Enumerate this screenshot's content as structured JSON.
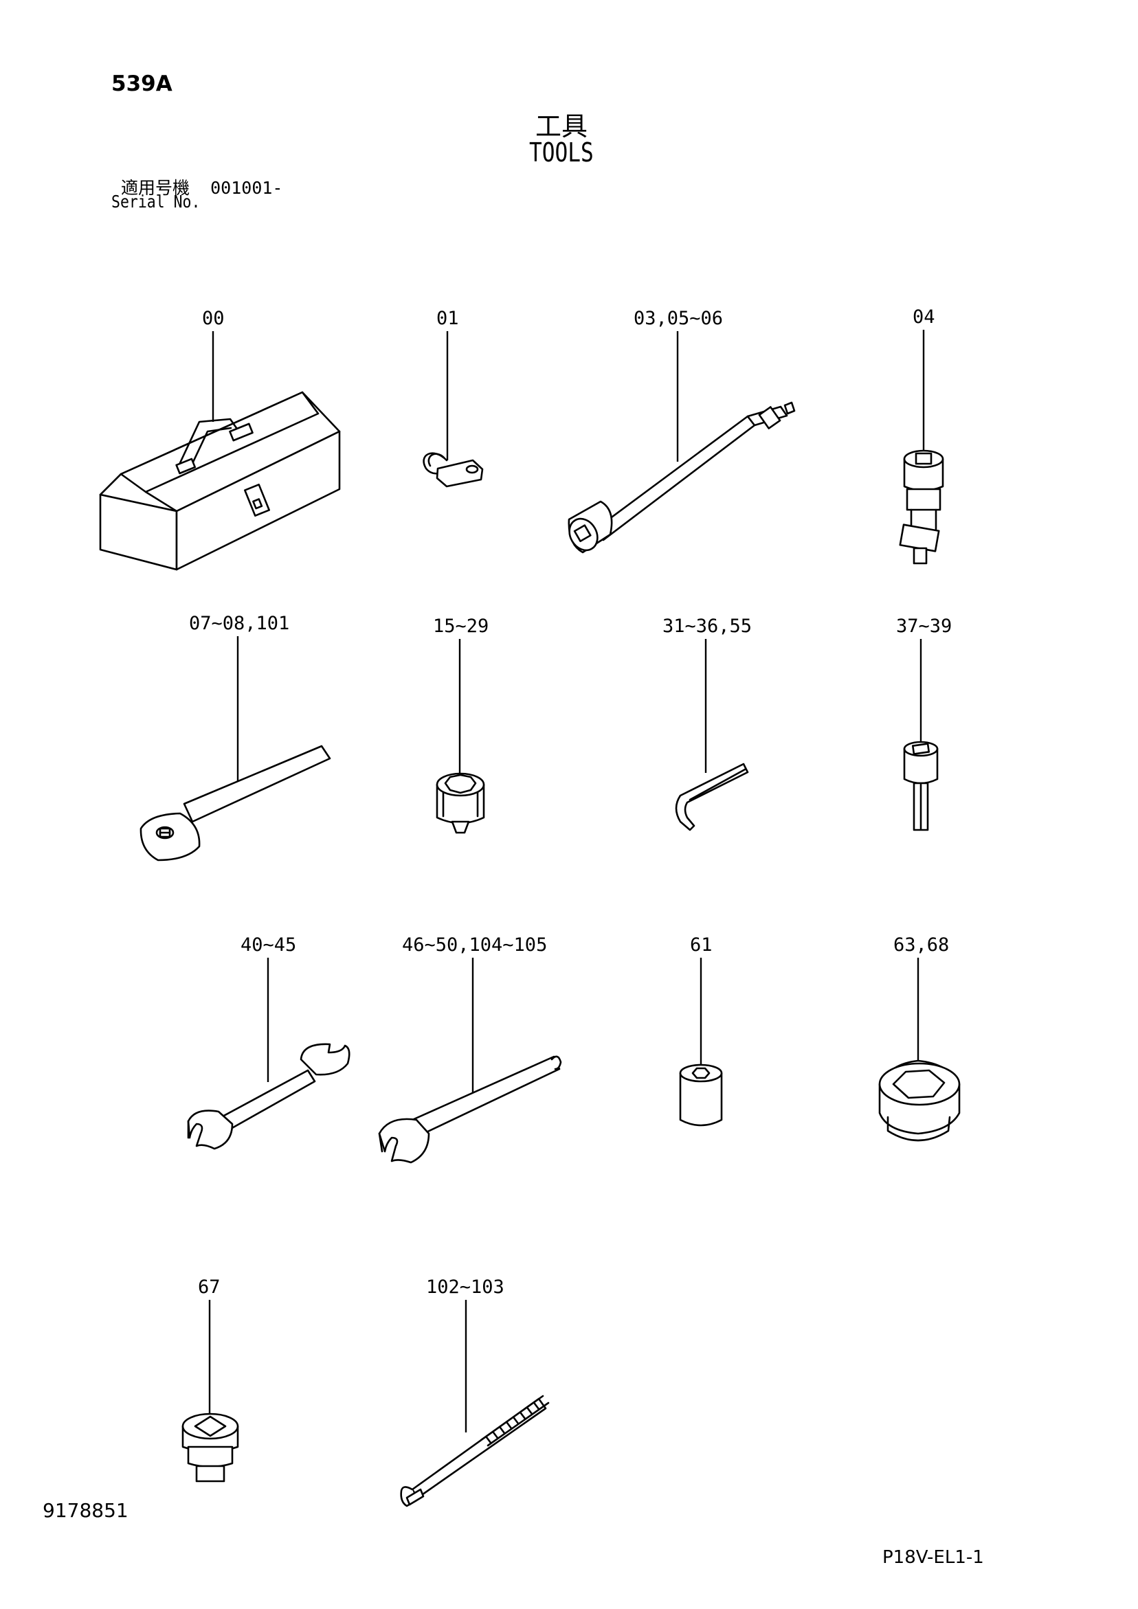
{
  "header": {
    "page_code": "539A",
    "title_jp": "工具",
    "title_en": "TOOLS",
    "serial_label_jp": "適用号機",
    "serial_value": "001001-",
    "serial_label_en": "Serial No."
  },
  "callouts": [
    "00",
    "01",
    "03,05~06",
    "04",
    "07~08,101",
    "15~29",
    "31~36,55",
    "37~39",
    "40~45",
    "46~50,104~105",
    "61",
    "63,68",
    "67",
    "102~103"
  ],
  "footer": {
    "drawing_no": "9178851",
    "sheet_no": "P18V-EL1-1"
  }
}
